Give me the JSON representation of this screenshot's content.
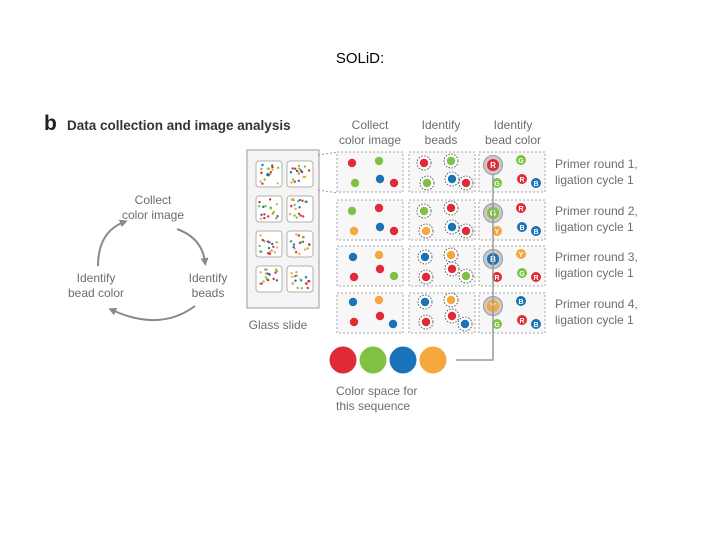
{
  "slide_title": "SOLiD:",
  "panel": {
    "letter": "b",
    "title": "Data collection and image analysis"
  },
  "cycle": {
    "top": [
      "Collect",
      "color image"
    ],
    "right": [
      "Identify",
      "beads"
    ],
    "left": [
      "Identify",
      "bead color"
    ]
  },
  "glass_slide_label": "Glass slide",
  "column_headers": [
    [
      "Collect",
      "color image"
    ],
    [
      "Identify",
      "beads"
    ],
    [
      "Identify",
      "bead color"
    ]
  ],
  "rows": [
    {
      "label": [
        "Primer round 1,",
        "ligation cycle 1"
      ],
      "center_letter": "R",
      "small_letters": [
        "G",
        "B",
        "R",
        "G"
      ]
    },
    {
      "label": [
        "Primer round 2,",
        "ligation cycle 1"
      ],
      "center_letter": "G",
      "small_letters": [
        "R",
        "B",
        "B",
        "Y"
      ]
    },
    {
      "label": [
        "Primer round 3,",
        "ligation cycle 1"
      ],
      "center_letter": "B",
      "small_letters": [
        "Y",
        "R",
        "G",
        "R"
      ]
    },
    {
      "label": [
        "Primer round 4,",
        "ligation cycle 1"
      ],
      "center_letter": "Y",
      "small_letters": [
        "B",
        "B",
        "R",
        "G"
      ]
    }
  ],
  "color_space_label": [
    "Color space for",
    "this sequence"
  ],
  "colors": {
    "red": "#e02b36",
    "green": "#7fc143",
    "blue": "#1a73b8",
    "orange": "#f5a73b",
    "gray": "#9a9a9a",
    "text": "#6d6d6d"
  }
}
